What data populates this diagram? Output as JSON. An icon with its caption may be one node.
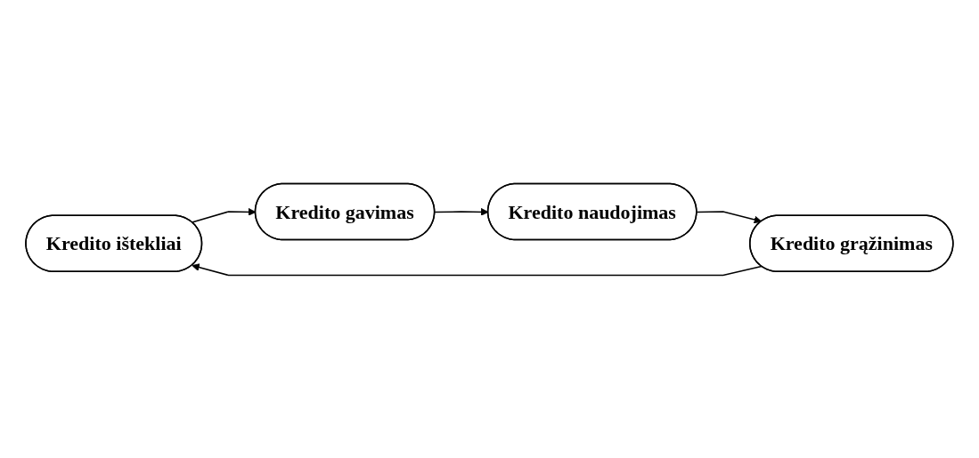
{
  "diagram": {
    "nodes": [
      {
        "text": [
          "Kredito ištekliai"
        ]
      },
      {
        "text": [
          "Kredito gavimas"
        ]
      },
      {
        "text": [
          "Kredito naudojimas"
        ]
      },
      {
        "text": [
          "Kredito grąžinimas"
        ]
      }
    ],
    "edges": [
      {
        "from": 0,
        "to": 1,
        "arrow": "to"
      },
      {
        "from": 1,
        "to": 2,
        "arrow": "to"
      },
      {
        "from": 2,
        "to": 3,
        "arrow": "to"
      },
      {
        "from": 3,
        "to": 0,
        "arrow": "to"
      }
    ]
  }
}
